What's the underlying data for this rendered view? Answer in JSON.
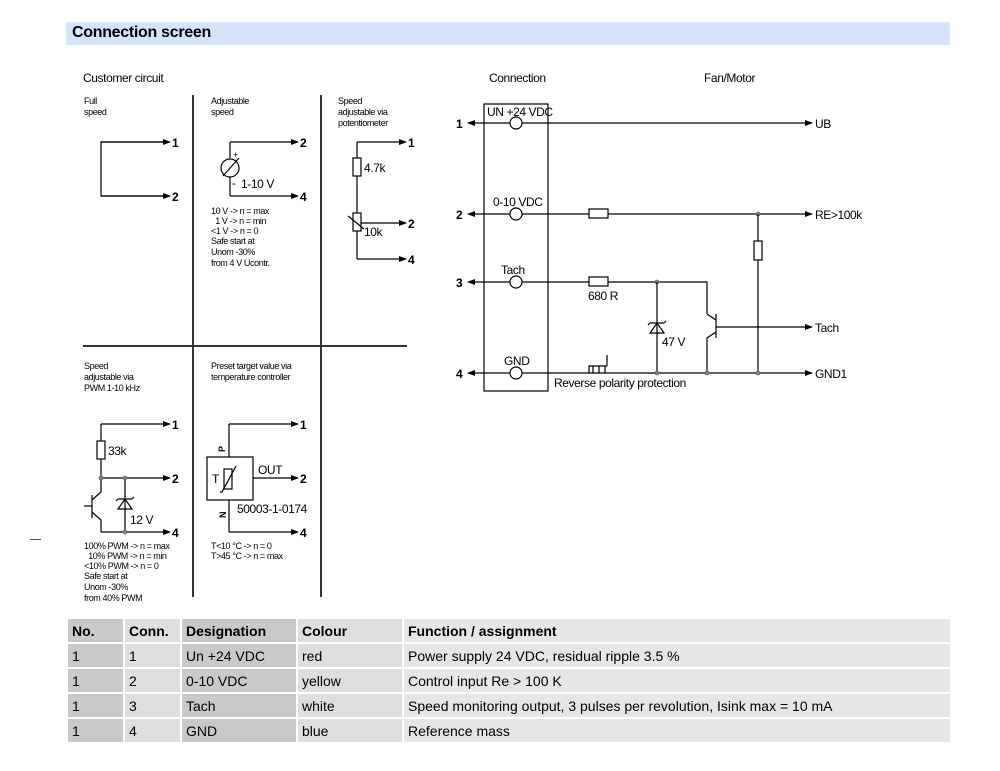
{
  "header": {
    "title": "Connection screen"
  },
  "customer_circuit": {
    "heading": "Customer circuit",
    "full_speed": {
      "title": [
        "Full",
        "speed"
      ],
      "pins": [
        "1",
        "2"
      ]
    },
    "adjustable_speed": {
      "title": [
        "Adjustable",
        "speed"
      ],
      "source_label": "1-10 V",
      "plus": "+",
      "minus": "-",
      "pins": [
        "2",
        "4"
      ],
      "notes": [
        "10 V -> n = max",
        "  1 V -> n = min",
        "<1 V -> n = 0",
        "Safe start at",
        "Unom -30%",
        "from 4 V Ucontr."
      ]
    },
    "potentiometer": {
      "title": [
        "Speed",
        "adjustable via",
        "potentiometer"
      ],
      "r1": "4.7k",
      "r2": "10k",
      "pins": [
        "1",
        "2",
        "4"
      ]
    },
    "pwm": {
      "title": [
        "Speed",
        "adjustable via",
        "PWM 1-10 kHz"
      ],
      "resistor": "33k",
      "zener": "12 V",
      "pins": [
        "1",
        "2",
        "4"
      ],
      "notes": [
        "100% PWM -> n = max",
        "  10% PWM -> n = min",
        "<10% PWM -> n = 0",
        "Safe start at",
        "Unom -30%",
        "from 40% PWM"
      ]
    },
    "temperature": {
      "title": [
        "Preset target value via",
        "temperature controller"
      ],
      "p_label": "P",
      "n_label": "N",
      "t_label": "T",
      "out_label": "OUT",
      "part_no": "50003-1-0174",
      "pins": [
        "1",
        "2",
        "4"
      ],
      "notes": [
        "T<10 °C -> n = 0",
        "T>45 °C -> n = max"
      ]
    }
  },
  "connection": {
    "heading": "Connection",
    "terminals": [
      {
        "pin": "1",
        "label": "UN +24 VDC"
      },
      {
        "pin": "2",
        "label": "0-10 VDC"
      },
      {
        "pin": "3",
        "label": "Tach"
      },
      {
        "pin": "4",
        "label": "GND"
      }
    ]
  },
  "fan_motor": {
    "heading": "Fan/Motor",
    "outputs": [
      "UB",
      "RE>100k",
      "Tach",
      "GND1"
    ],
    "resistor_label": "680 R",
    "zener_label": "47 V",
    "protection_label": "Reverse polarity protection"
  },
  "table": {
    "headers": [
      "No.",
      "Conn.",
      "Designation",
      "Colour",
      "Function / assignment"
    ],
    "rows": [
      [
        "1",
        "1",
        "Un +24 VDC",
        "red",
        "Power supply 24 VDC, residual ripple 3.5 %"
      ],
      [
        "1",
        "2",
        "0-10 VDC",
        "yellow",
        "Control input Re > 100 K"
      ],
      [
        "1",
        "3",
        "Tach",
        "white",
        "Speed monitoring output, 3 pulses per revolution, Isink max = 10 mA"
      ],
      [
        "1",
        "4",
        "GND",
        "blue",
        "Reference mass"
      ]
    ]
  },
  "colors": {
    "title_bar": "#d6e4fb",
    "table_dark": "#c9c9c9",
    "table_light": "#dedede",
    "table_func": "#e6e6e6"
  }
}
